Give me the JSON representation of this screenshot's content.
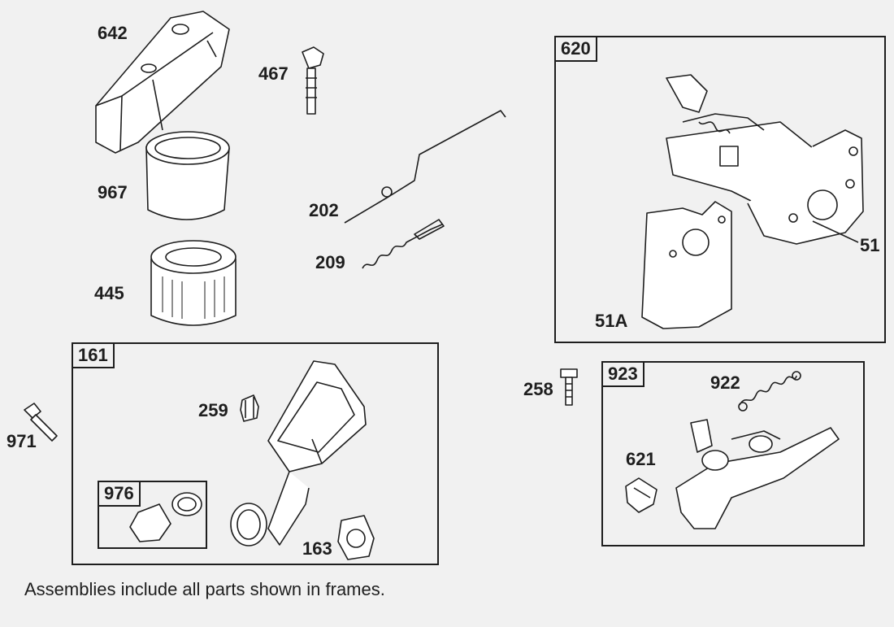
{
  "parts": {
    "p642": "642",
    "p967": "967",
    "p445": "445",
    "p467": "467",
    "p202": "202",
    "p209": "209",
    "p259": "259",
    "p163": "163",
    "p971": "971",
    "p258": "258",
    "p922": "922",
    "p621": "621",
    "p51": "51",
    "p51a": "51A"
  },
  "frames": {
    "f620": "620",
    "f161": "161",
    "f976": "976",
    "f923": "923"
  },
  "note": "Assemblies include all parts shown in frames."
}
